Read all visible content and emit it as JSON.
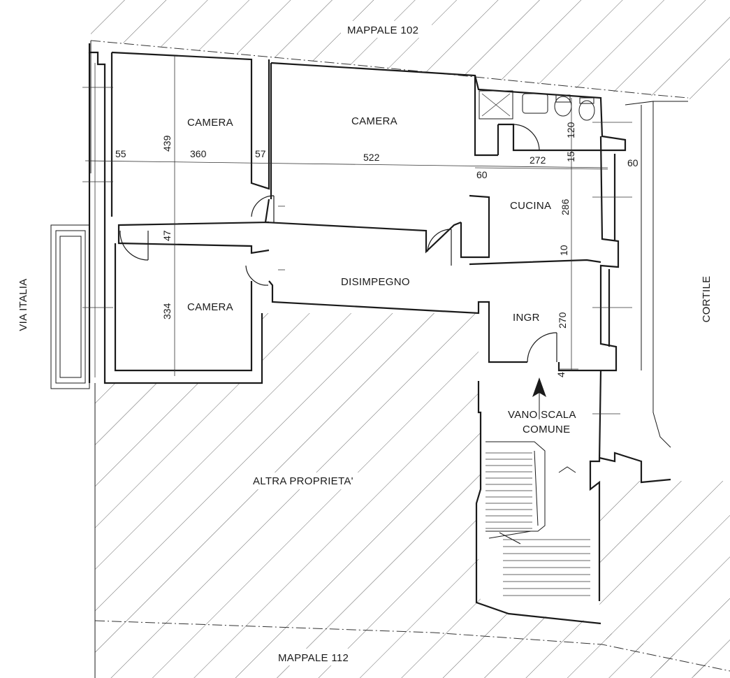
{
  "labels": {
    "mappale_top": "MAPPALE 102",
    "mappale_bottom": "MAPPALE 112",
    "via": "VIA ITALIA",
    "cortile": "CORTILE",
    "camera_1": "CAMERA",
    "camera_2": "CAMERA",
    "camera_3": "CAMERA",
    "cucina": "CUCINA",
    "disimpegno": "DISIMPEGNO",
    "ingresso": "INGR",
    "vano_scala_1": "VANO SCALA",
    "vano_scala_2": "COMUNE",
    "altra_proprieta": "ALTRA PROPRIETA'"
  },
  "dimensions": {
    "d55": "55",
    "d360": "360",
    "d57": "57",
    "d522": "522",
    "d60a": "60",
    "d272": "272",
    "d15": "15",
    "d60b": "60",
    "d120": "120",
    "d439": "439",
    "d47": "47",
    "d334": "334",
    "d286": "286",
    "d10": "10",
    "d270": "270",
    "d4": "4"
  }
}
